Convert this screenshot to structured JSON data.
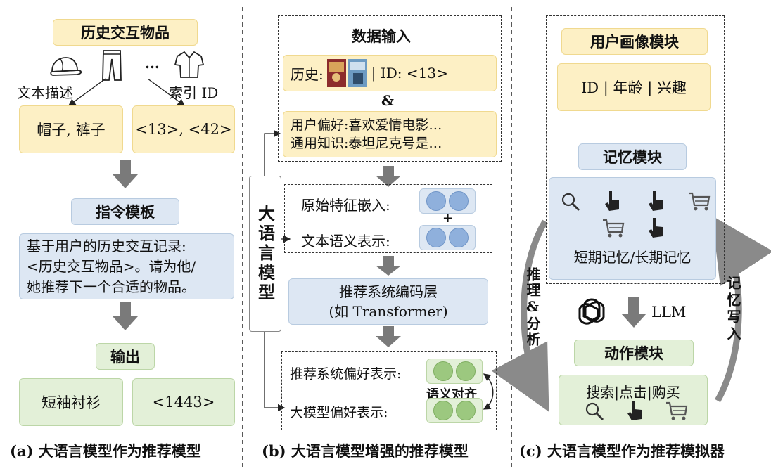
{
  "panel_a": {
    "history_title": "历史交互物品",
    "ellipsis": "...",
    "text_desc_label": "文本描述",
    "index_label": "索引 ID",
    "text_items": "帽子, 裤子",
    "id_items": "<13>, <42>",
    "template_title": "指令模板",
    "template_body_1": "基于用户的历史交互记录:",
    "template_body_2": "<历史交互物品>。请为他/",
    "template_body_3": "她推荐下一个合适的物品。",
    "output_title": "输出",
    "output_text": "短袖衬衫",
    "output_id": "<1443>",
    "caption": "(a) 大语言模型作为推荐模型"
  },
  "panel_b": {
    "llm_label": "大语言模型",
    "data_input_title": "数据输入",
    "history_prefix": "历史:",
    "history_suffix": "| ID: <13>",
    "ampersand": "&",
    "pref_line_1": "用户偏好:喜欢爱情电影…",
    "pref_line_2": "通用知识:泰坦尼克号是…",
    "orig_feature": "原始特征嵌入:",
    "plus": "+",
    "text_semantic": "文本语义表示:",
    "encoder_line_1": "推荐系统编码层",
    "encoder_line_2": "(如 Transformer)",
    "rec_pref": "推荐系统偏好表示:",
    "semantic_align": "语义对齐",
    "llm_pref": "大模型偏好表示:",
    "caption": "(b) 大语言模型增强的推荐模型"
  },
  "panel_c": {
    "profile_title": "用户画像模块",
    "profile_body": "ID | 年龄 | 兴趣",
    "memory_title": "记忆模块",
    "memory_caption": "短期记忆/长期记忆",
    "left_arrow_label": "推理&分析",
    "right_arrow_label": "记忆写入",
    "llm": "LLM",
    "action_title": "动作模块",
    "action_body": "搜索|点击|购买",
    "caption": "(c) 大语言模型作为推荐模拟器"
  },
  "colors": {
    "yellow": "#fdf0c5",
    "blue": "#dde7f3",
    "green": "#e3f0d8",
    "blue_dot": "#8fb0dc",
    "green_dot": "#9cc87f",
    "arrow_gray": "#7a7a7a"
  }
}
